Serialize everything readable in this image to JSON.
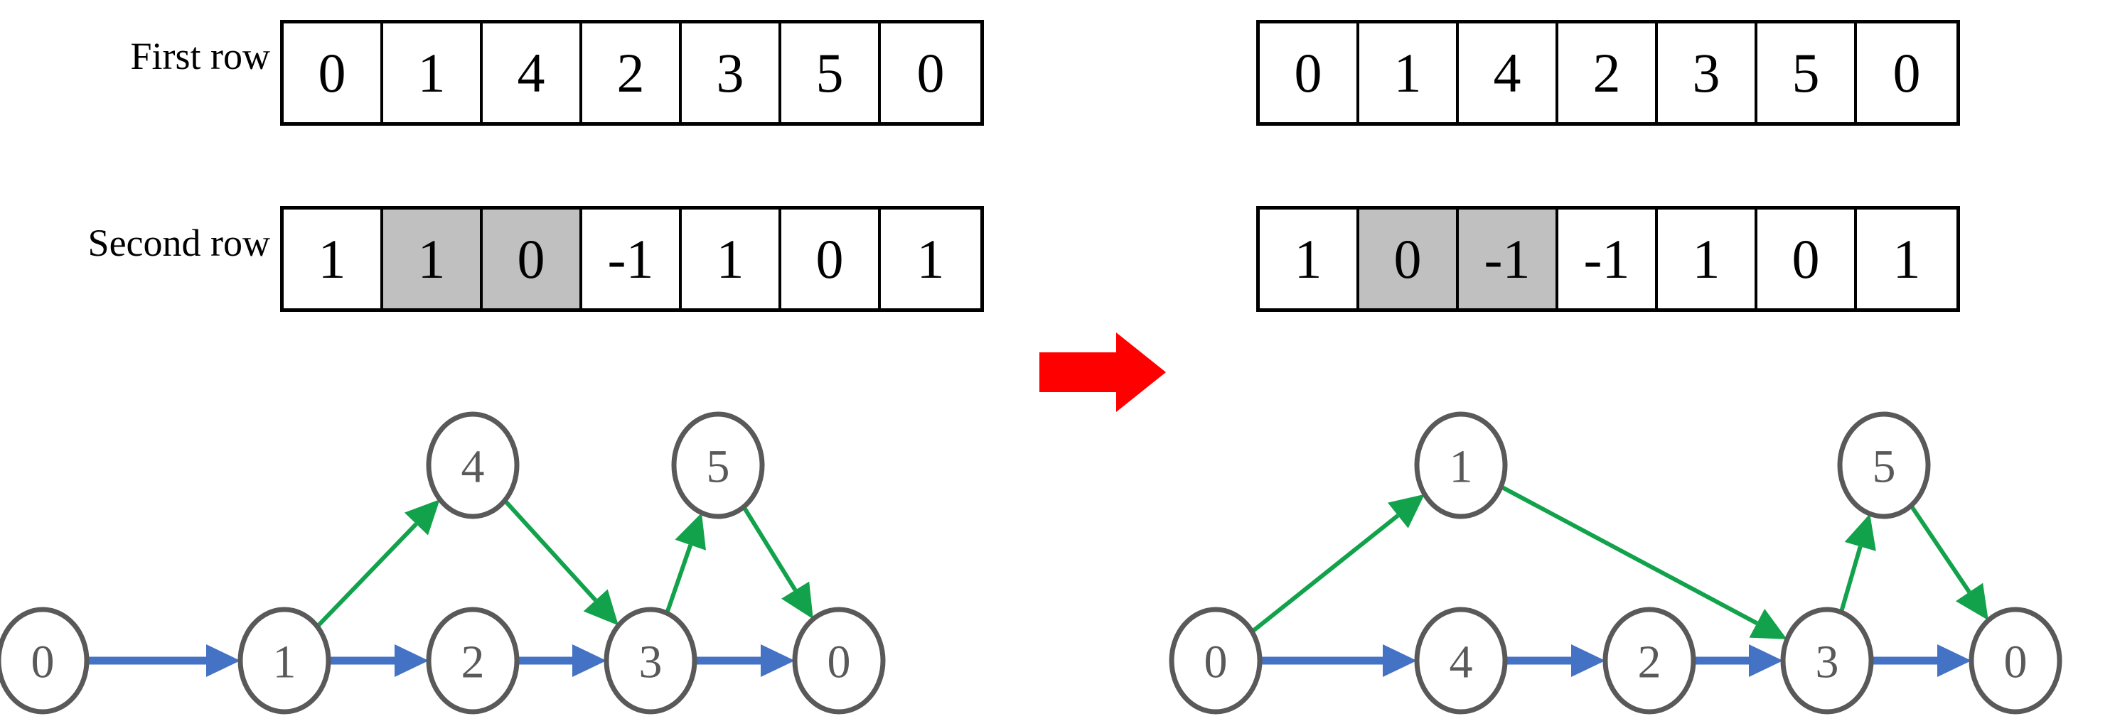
{
  "labels": {
    "first_row": "First row",
    "second_row": "Second row"
  },
  "colors": {
    "node_stroke": "#595959",
    "node_text": "#595959",
    "blue_edge": "#4472c4",
    "green_edge": "#11a24b",
    "red_arrow": "#ff0000",
    "shaded_cell": "#c0c0c0",
    "table_border": "#000000"
  },
  "left": {
    "first_row": {
      "cells": [
        "0",
        "1",
        "4",
        "2",
        "3",
        "5",
        "0"
      ],
      "shaded": [
        false,
        false,
        false,
        false,
        false,
        false,
        false
      ]
    },
    "second_row": {
      "cells": [
        "1",
        "1",
        "0",
        "-1",
        "1",
        "0",
        "1"
      ],
      "shaded": [
        false,
        true,
        true,
        false,
        false,
        false,
        false
      ]
    },
    "graph": {
      "bottom_nodes": [
        "0",
        "1",
        "2",
        "3",
        "0"
      ],
      "top_nodes": [
        "4",
        "5"
      ],
      "blue_edges": [
        "0->1",
        "1->2",
        "2->3",
        "3->0"
      ],
      "green_edges": [
        "1->4",
        "4->3",
        "3->5",
        "5->0"
      ]
    }
  },
  "right": {
    "first_row": {
      "cells": [
        "0",
        "1",
        "4",
        "2",
        "3",
        "5",
        "0"
      ],
      "shaded": [
        false,
        false,
        false,
        false,
        false,
        false,
        false
      ]
    },
    "second_row": {
      "cells": [
        "1",
        "0",
        "-1",
        "-1",
        "1",
        "0",
        "1"
      ],
      "shaded": [
        false,
        true,
        true,
        false,
        false,
        false,
        false
      ]
    },
    "graph": {
      "bottom_nodes": [
        "0",
        "4",
        "2",
        "3",
        "0"
      ],
      "top_nodes": [
        "1",
        "5"
      ],
      "blue_edges": [
        "0->4",
        "4->2",
        "2->3",
        "3->0"
      ],
      "green_edges": [
        "0->1",
        "1->3",
        "3->5",
        "5->0"
      ]
    }
  },
  "transition": {
    "icon": "red-right-arrow"
  }
}
